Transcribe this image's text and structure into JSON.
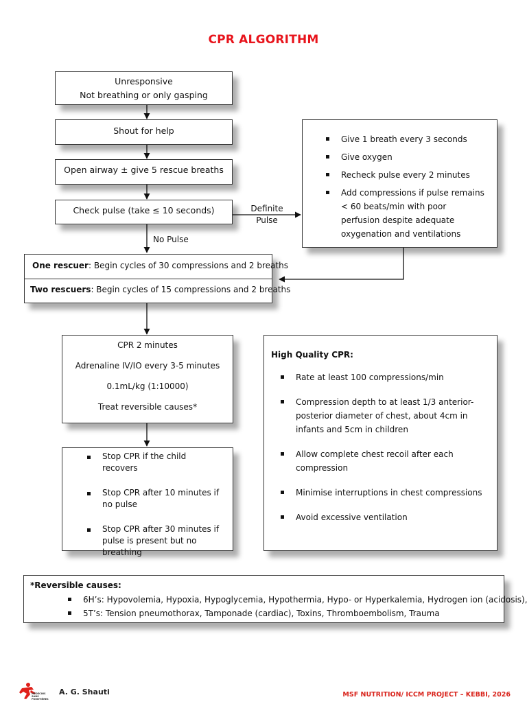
{
  "title": "CPR ALGORITHM",
  "steps": {
    "unresponsive": {
      "line1": "Unresponsive",
      "line2": "Not breathing or only gasping"
    },
    "shout": "Shout for help",
    "airway": "Open airway ± give 5 rescue breaths",
    "check_pulse": "Check pulse (take ≤ 10 seconds)"
  },
  "labels": {
    "definite_pulse_1": "Definite",
    "definite_pulse_2": "Pulse",
    "no_pulse": "No Pulse"
  },
  "pulse_box": {
    "items": [
      "Give 1 breath every 3 seconds",
      "Give oxygen",
      "Recheck pulse every 2 minutes",
      "Add compressions if pulse remains < 60 beats/min with poor perfusion despite adequate oxygenation and ventilations"
    ]
  },
  "rescuers": {
    "one_bold": "One rescuer",
    "one_text": ": Begin cycles of 30 compressions and 2 breaths",
    "two_bold": "Two rescuers",
    "two_text": ": Begin cycles of 15 compressions and 2 breaths"
  },
  "cpr_box": {
    "lines": [
      "CPR 2 minutes",
      "Adrenaline IV/IO every 3-5 minutes",
      "0.1mL/kg (1:10000)",
      "Treat reversible causes*"
    ]
  },
  "stop_box": {
    "items": [
      "Stop CPR if the child recovers",
      "Stop CPR after 10 minutes if no pulse",
      "Stop CPR after 30 minutes if pulse is present but no breathing"
    ]
  },
  "quality_box": {
    "heading": "High Quality CPR:",
    "items": [
      "Rate at least 100 compressions/min",
      "Compression depth to at least 1/3 anterior-posterior diameter of chest, about 4cm in infants and 5cm in children",
      "Allow complete chest recoil after each compression",
      "Minimise interruptions in chest compressions",
      "Avoid excessive ventilation"
    ]
  },
  "reversible": {
    "heading": "*Reversible causes:",
    "items": [
      "6H’s: Hypovolemia, Hypoxia, Hypoglycemia, Hypothermia, Hypo- or Hyperkalemia, Hydrogen ion (acidosis),",
      "5T’s:  Tension pneumothorax, Tamponade (cardiac), Toxins, Thromboembolism, Trauma"
    ]
  },
  "footer": {
    "logo_text": "MÉDECINS SANS FRONTIÈRES",
    "author": "A. G. Shauti",
    "project": "MSF NUTRITION/ ICCM PROJECT – KEBBI, 2026"
  },
  "colors": {
    "title": "#e8141c",
    "footer": "#d9241c",
    "logo": "#e0201a"
  }
}
